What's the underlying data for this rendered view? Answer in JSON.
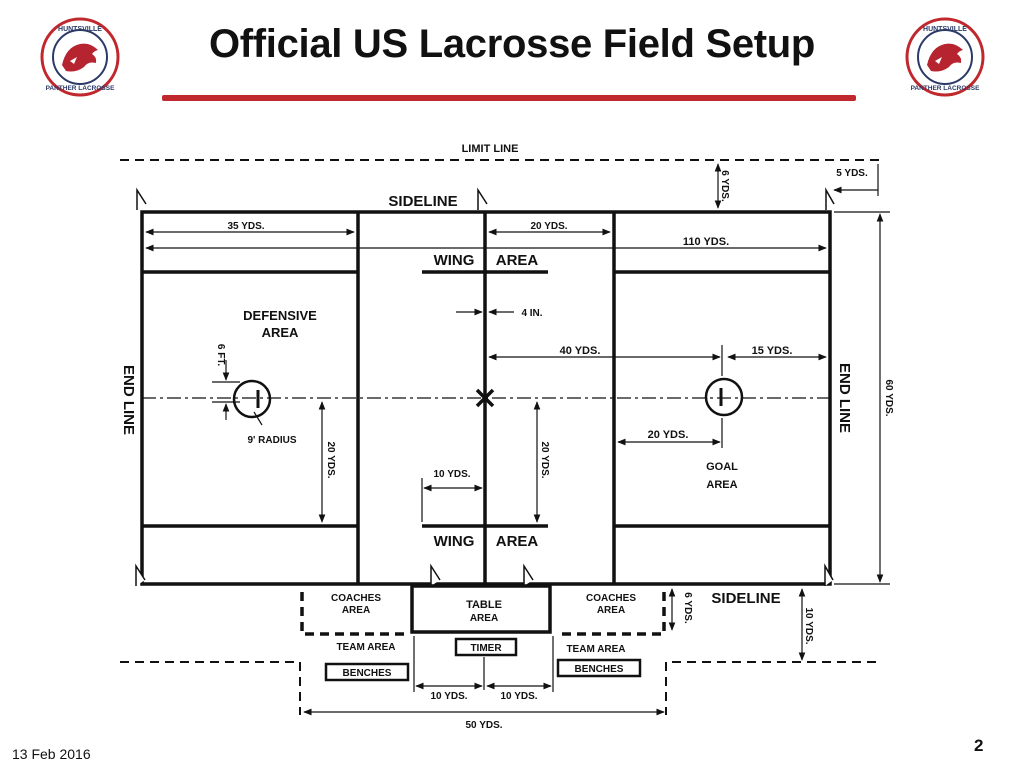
{
  "slide": {
    "title": "Official US Lacrosse Field Setup",
    "date": "13 Feb 2016",
    "page_number": "2",
    "accent_color": "#c0282d"
  },
  "logo": {
    "top_text": "HUNTSVILLE",
    "bottom_text": "PANTHER LACROSSE",
    "ring_color": "#c0282d",
    "panther_color": "#b5242f"
  },
  "diagram": {
    "limit_line": "LIMIT LINE",
    "sideline_top": "SIDELINE",
    "sideline_bottom": "SIDELINE",
    "end_line_left": "END LINE",
    "end_line_right": "END LINE",
    "wing_top_left": "WING",
    "wing_top_right": "AREA",
    "wing_bottom_left": "WING",
    "wing_bottom_right": "AREA",
    "defensive_area_1": "DEFENSIVE",
    "defensive_area_2": "AREA",
    "goal_area_1": "GOAL",
    "goal_area_2": "AREA",
    "coaches_left_1": "COACHES",
    "coaches_left_2": "AREA",
    "coaches_right_1": "COACHES",
    "coaches_right_2": "AREA",
    "table_1": "TABLE",
    "table_2": "AREA",
    "team_area_left": "TEAM AREA",
    "team_area_right": "TEAM AREA",
    "timer": "TIMER",
    "benches_left": "BENCHES",
    "benches_right": "BENCHES",
    "dims": {
      "six_yds_top": "6 YDS.",
      "five_yds": "5 YDS.",
      "thirty_five_yds": "35 YDS.",
      "twenty_yds_top": "20 YDS.",
      "one_ten_yds": "110 YDS.",
      "four_in": "4 IN.",
      "forty_yds": "40 YDS.",
      "fifteen_yds": "15 YDS.",
      "six_ft": "6 FT.",
      "nine_radius": "9' RADIUS",
      "twenty_yds_left_v": "20 YDS.",
      "twenty_yds_center_v": "20 YDS.",
      "ten_yds_wing": "10 YDS.",
      "twenty_yds_goal": "20 YDS.",
      "sixty_yds": "60 YDS.",
      "six_yds_bottom": "6 YDS.",
      "ten_yds_right_v": "10 YDS.",
      "ten_yds_bench_left": "10 YDS.",
      "ten_yds_bench_right": "10 YDS.",
      "fifty_yds": "50 YDS."
    }
  }
}
